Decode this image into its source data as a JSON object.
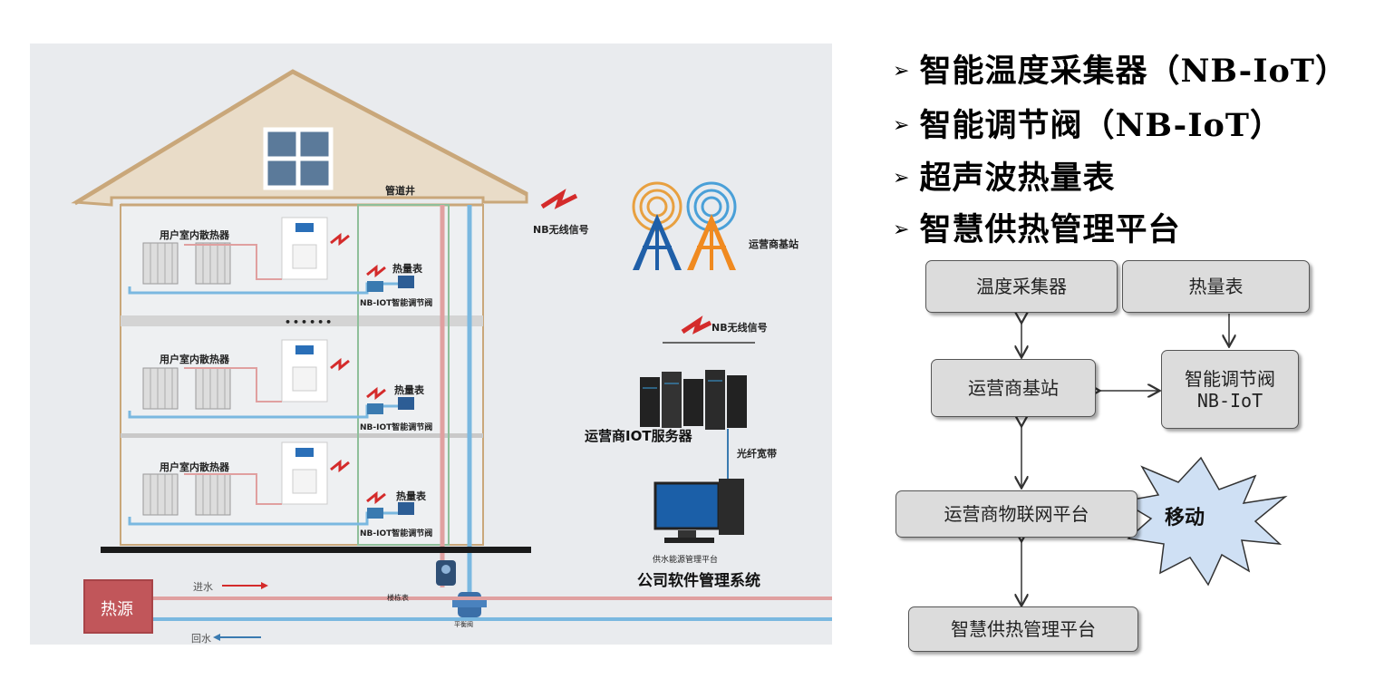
{
  "illustration": {
    "labels": {
      "pipe_shaft": "管道井",
      "radiator_1": "用户室内散热器",
      "radiator_2": "用户室内散热器",
      "radiator_3": "用户室内散热器",
      "heat_meter_1": "热量表",
      "heat_meter_2": "热量表",
      "heat_meter_3": "热量表",
      "valve_1": "NB-IOT智能调节阀",
      "valve_2": "NB-IOT智能调节阀",
      "valve_3": "NB-IOT智能调节阀",
      "floor_ellipsis": "••••••",
      "nb_signal_1": "NB无线信号",
      "nb_signal_2": "NB无线信号",
      "base_station": "运营商基站",
      "iot_server": "运营商IOT服务器",
      "fiber": "光纤宽带",
      "software_small": "供水能源管理平台",
      "software": "公司软件管理系统",
      "heat_source": "热源",
      "water_in": "进水",
      "water_out": "回水",
      "meter_small": "楼栋表",
      "valve_small": "平衡阀"
    }
  },
  "bullets": [
    "智能温度采集器（NB-IoT）",
    "智能调节阀（NB-IoT）",
    "超声波热量表",
    "智慧供热管理平台"
  ],
  "flowchart": {
    "temp_collector": "温度采集器",
    "heat_meter": "热量表",
    "base_station": "运营商基站",
    "smart_valve_line1": "智能调节阀",
    "smart_valve_line2": "NB-IoT",
    "iot_platform": "运营商物联网平台",
    "mobile": "移动",
    "heating_platform": "智慧供热管理平台"
  }
}
